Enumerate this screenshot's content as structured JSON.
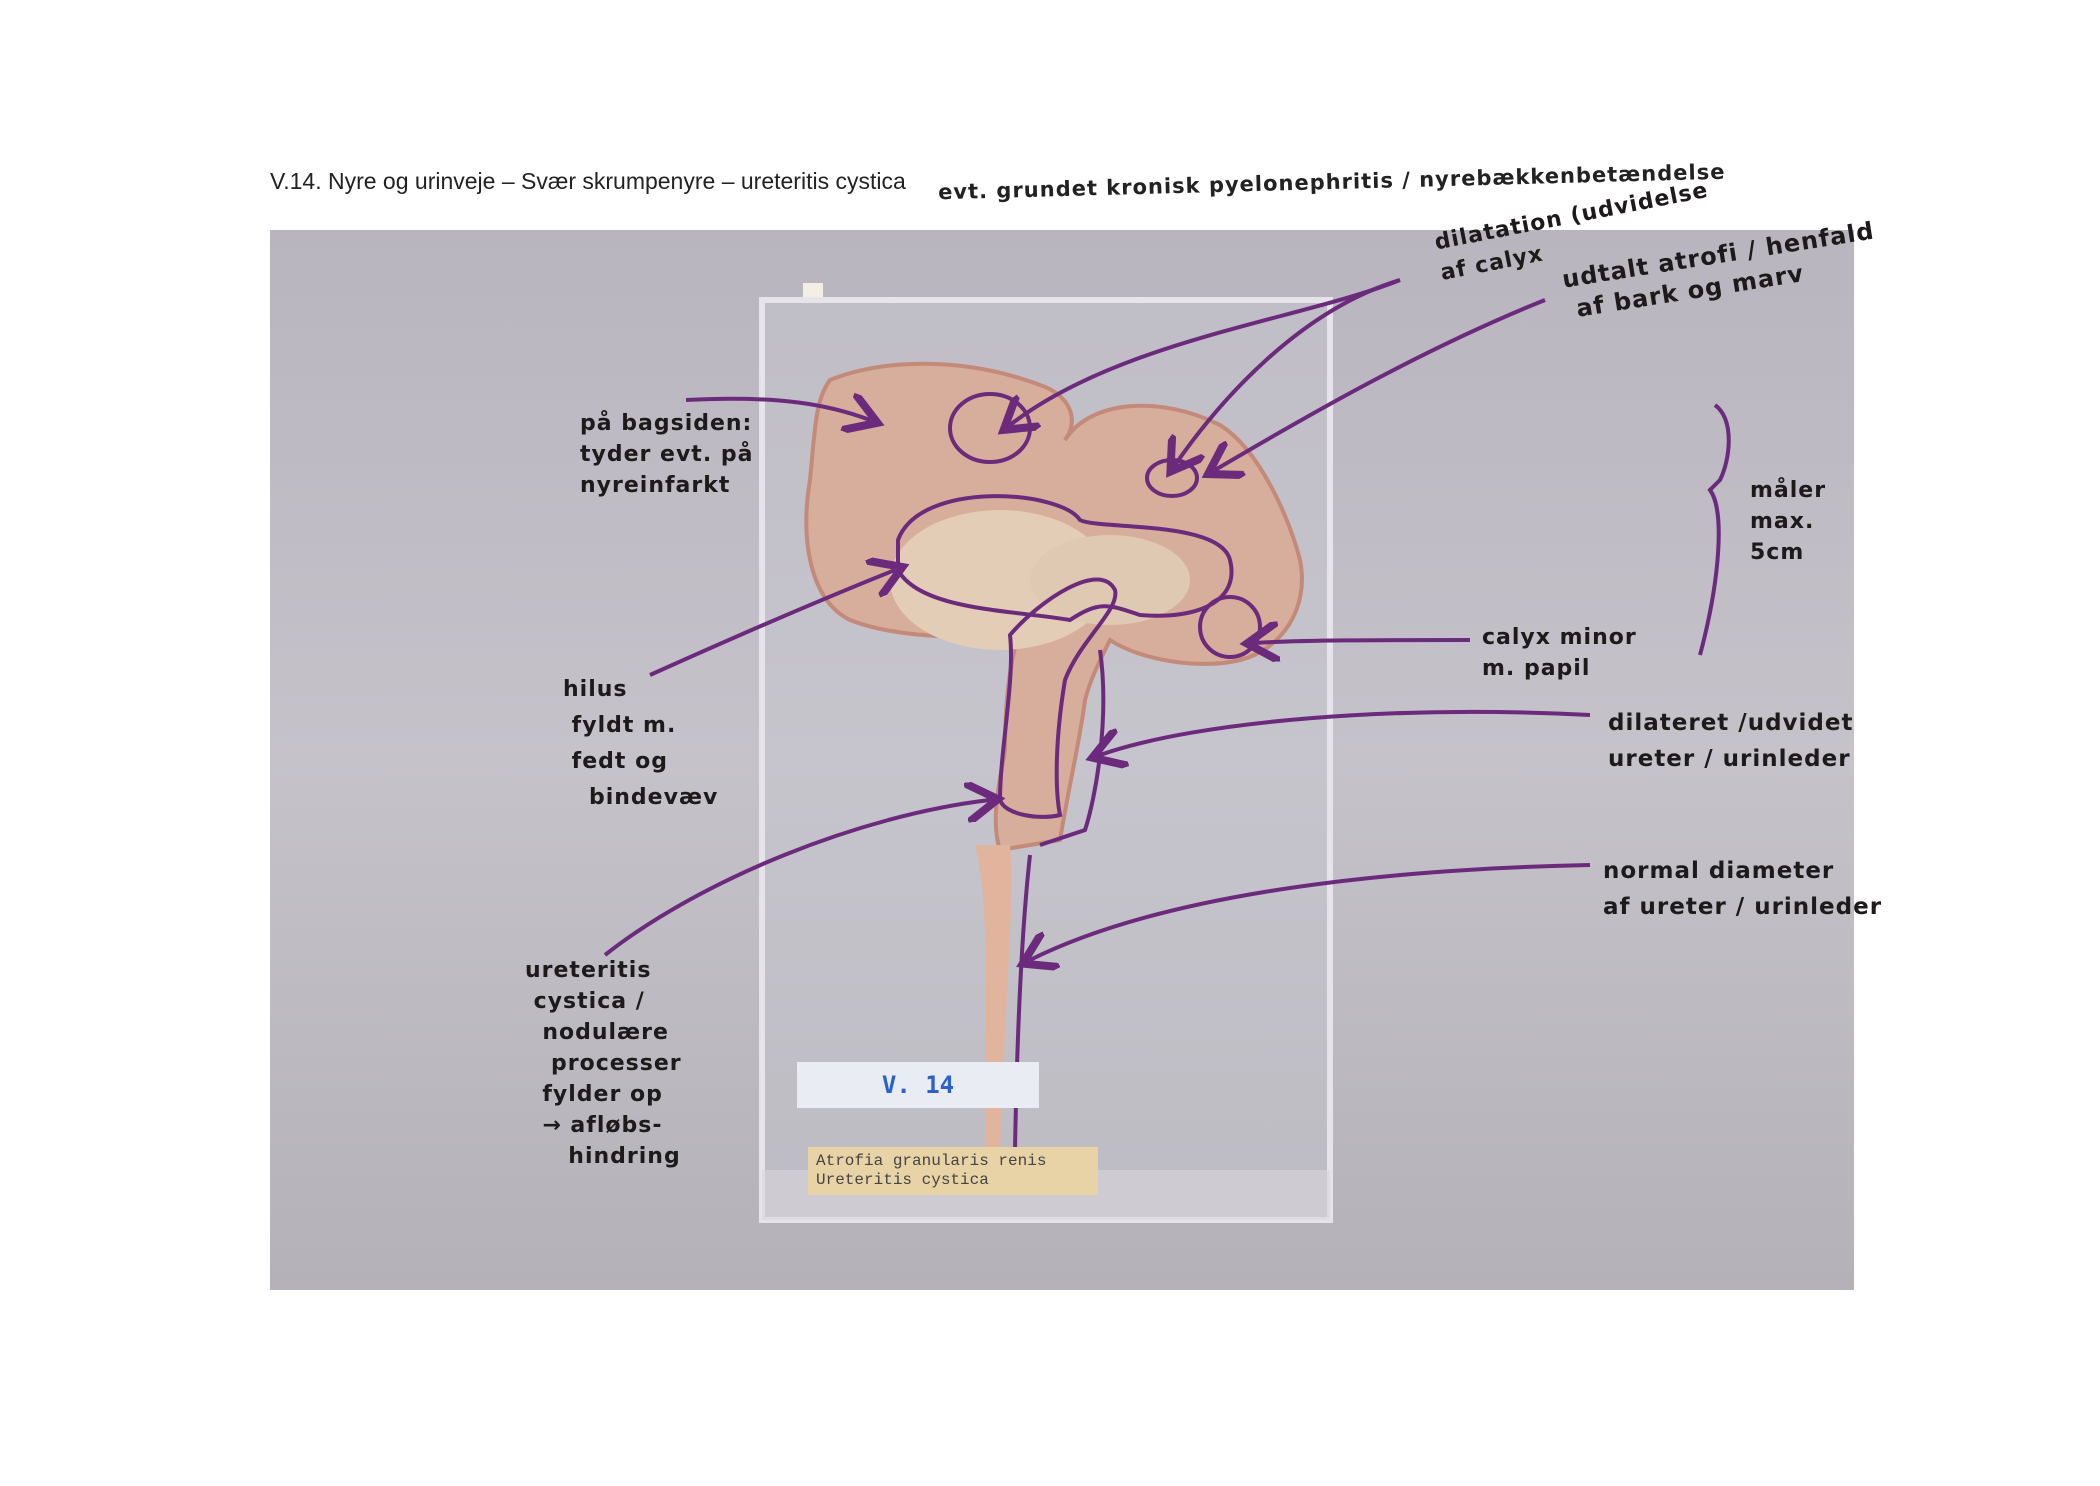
{
  "title": {
    "printed": "V.14. Nyre og urinveje – Svær skrumpenyre – ureteritis cystica",
    "handwritten": "evt. grundet kronisk pyelonephritis / nyrebækkenbetændelse"
  },
  "annotations": {
    "bagsiden": "på bagsiden:\ntyder evt. på\nnyreinfarkt",
    "hilus": "hilus\n fyldt m.\n fedt og\n   bindevæv",
    "ureteritis": "ureteritis\n cystica /\n  nodulære\n   processer\n  fylder op\n  → afløbs-\n     hindring",
    "dilatation": "dilatation (udvidelse\naf calyx",
    "atrofi": "udtalt atrofi / henfald\n af bark og marv",
    "maaler": "måler\nmax.\n5cm",
    "calyx_minor": "calyx minor\nm. papil",
    "dilateret": "dilateret /udvidet\nureter / urinleder",
    "normal": "normal diameter\naf ureter / urinleder"
  },
  "specimen_labels": {
    "number": "V. 14",
    "name_line1": "Atrofia granularis renis",
    "name_line2": "Ureteritis cystica"
  },
  "colors": {
    "annotation_ink": "#6b2a7c",
    "background": "#bdb9c2",
    "tissue": "#d9b09a"
  }
}
